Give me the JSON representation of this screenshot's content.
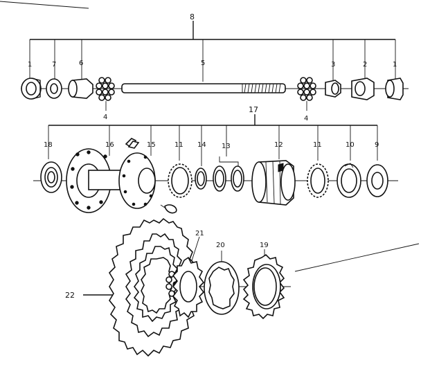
{
  "diagram": {
    "labels": {
      "l8": "8",
      "l1a": "1",
      "l7": "7",
      "l6": "6",
      "l5": "5",
      "l3": "3",
      "l2": "2",
      "l1b": "1",
      "l4a": "4",
      "l4b": "4",
      "l17": "17",
      "l18": "18",
      "l16": "16",
      "l15": "15",
      "l11a": "11",
      "l14": "14",
      "l13": "13",
      "l12": "12",
      "l11b": "11",
      "l10": "10",
      "l9": "9",
      "l21": "21",
      "l20": "20",
      "l19": "19",
      "l22": "22"
    }
  }
}
